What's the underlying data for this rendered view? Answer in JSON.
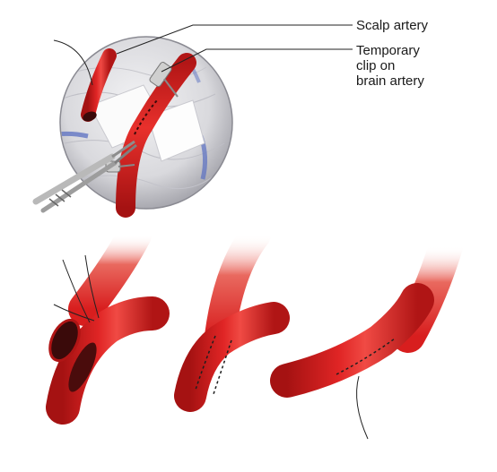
{
  "labels": {
    "scalp_artery": "Scalp artery",
    "temporary_clip": "Temporary clip on brain artery",
    "temporary_clip_lines": [
      "Temporary",
      "clip on",
      "brain artery"
    ]
  },
  "colors": {
    "artery_red": "#d81e1e",
    "artery_dark": "#9c1010",
    "artery_highlight": "#f27a72",
    "lumen_dark": "#3a0a0a",
    "membrane_blue": "#5a6fc2",
    "tissue_gray": "#d7d7db",
    "instrument_gray": "#bcbcbc",
    "suture_black": "#222222"
  },
  "icons": {
    "clip": "clip-icon",
    "scissors": "microscissors-icon"
  }
}
